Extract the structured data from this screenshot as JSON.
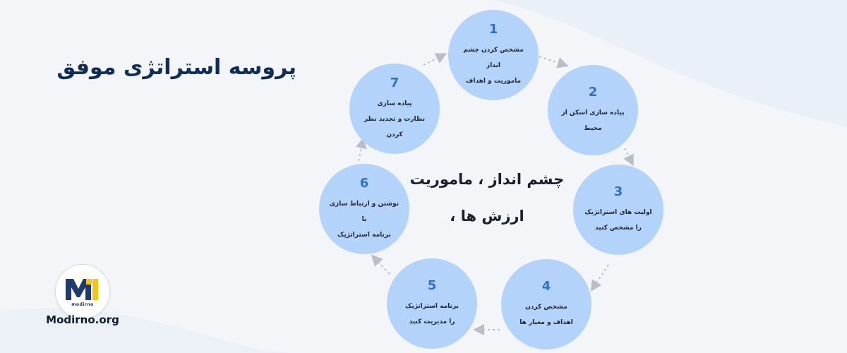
{
  "title": "پروسه استراتژی موفق",
  "logo": {
    "wordmark": "modirno"
  },
  "site": {
    "url": "Modirno.org"
  },
  "center": {
    "line1": "چشم انداز ، ماموریت",
    "line2": "ارزش ها ،"
  },
  "colors": {
    "circle": "#b3d3fb",
    "number": "#2f72c6",
    "title": "#0f2d57",
    "arrow": "#b9bec8"
  },
  "steps": [
    {
      "num": "1",
      "lines": [
        "مشخص کردن چشم انداز",
        "ماموریت و اهداف"
      ]
    },
    {
      "num": "2",
      "lines": [
        "پیاده سازی اسکن از",
        "محیط"
      ]
    },
    {
      "num": "3",
      "lines": [
        "اولیت های استراتژیک",
        "را مشخص کنید"
      ]
    },
    {
      "num": "4",
      "lines": [
        "مشخص کردن",
        "اهداف و معیار ها"
      ]
    },
    {
      "num": "5",
      "lines": [
        "برنامه استراتژیک",
        "را مدیریت کنید"
      ]
    },
    {
      "num": "6",
      "lines": [
        "نوشتن و ارتباط سازی با",
        "برنامه استراتژیک"
      ]
    },
    {
      "num": "7",
      "lines": [
        "پیاده سازی",
        "نظارت و تجدید نظر کردن"
      ]
    }
  ]
}
